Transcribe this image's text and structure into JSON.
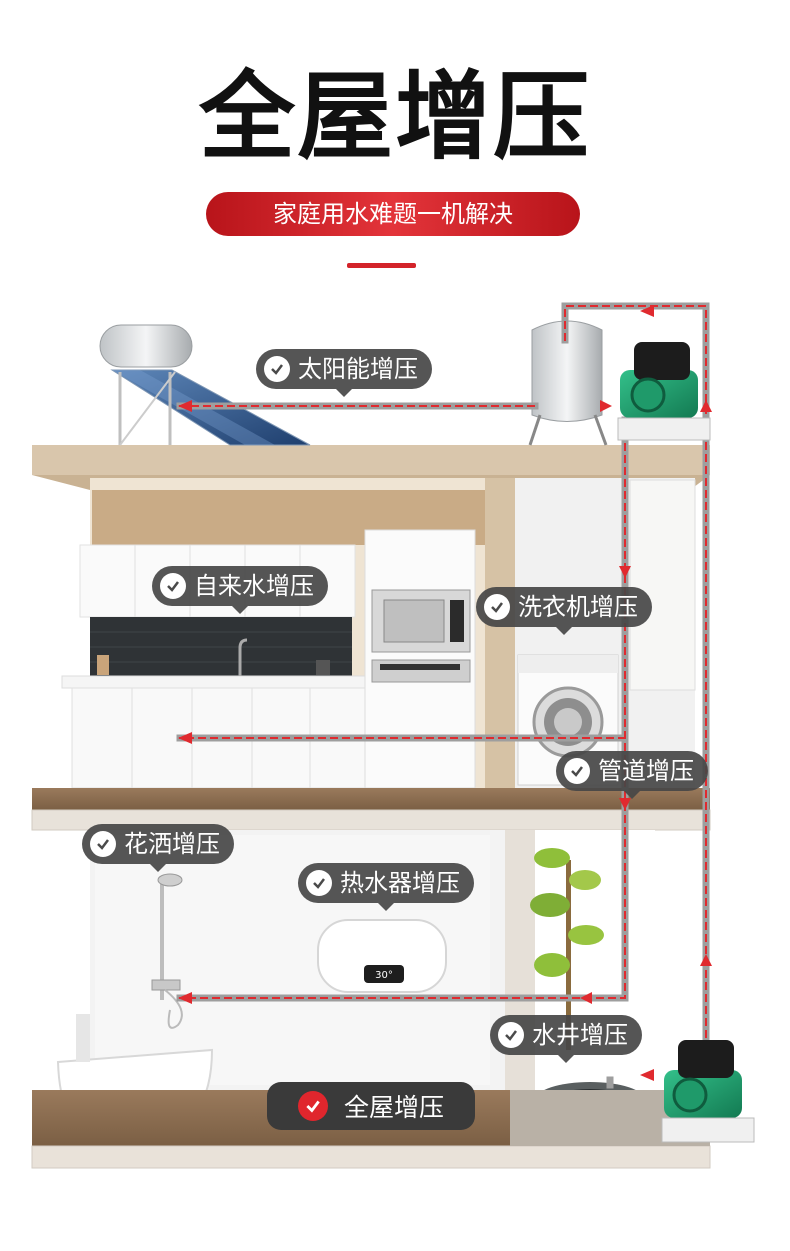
{
  "header": {
    "title": "全屋增压",
    "subtitle": "家庭用水难题一机解决"
  },
  "labels": {
    "solar": "太阳能增压",
    "tap_water": "自来水增压",
    "washer": "洗衣机增压",
    "pipeline": "管道增压",
    "shower": "花洒增压",
    "water_heater": "热水器增压",
    "well": "水井增压",
    "whole_house": "全屋增压"
  },
  "appliances": {
    "heater_display": "30°"
  },
  "colors": {
    "accent_red": "#d3232a",
    "pump_green": "#1f9a6a",
    "badge_gray": "#464646"
  }
}
